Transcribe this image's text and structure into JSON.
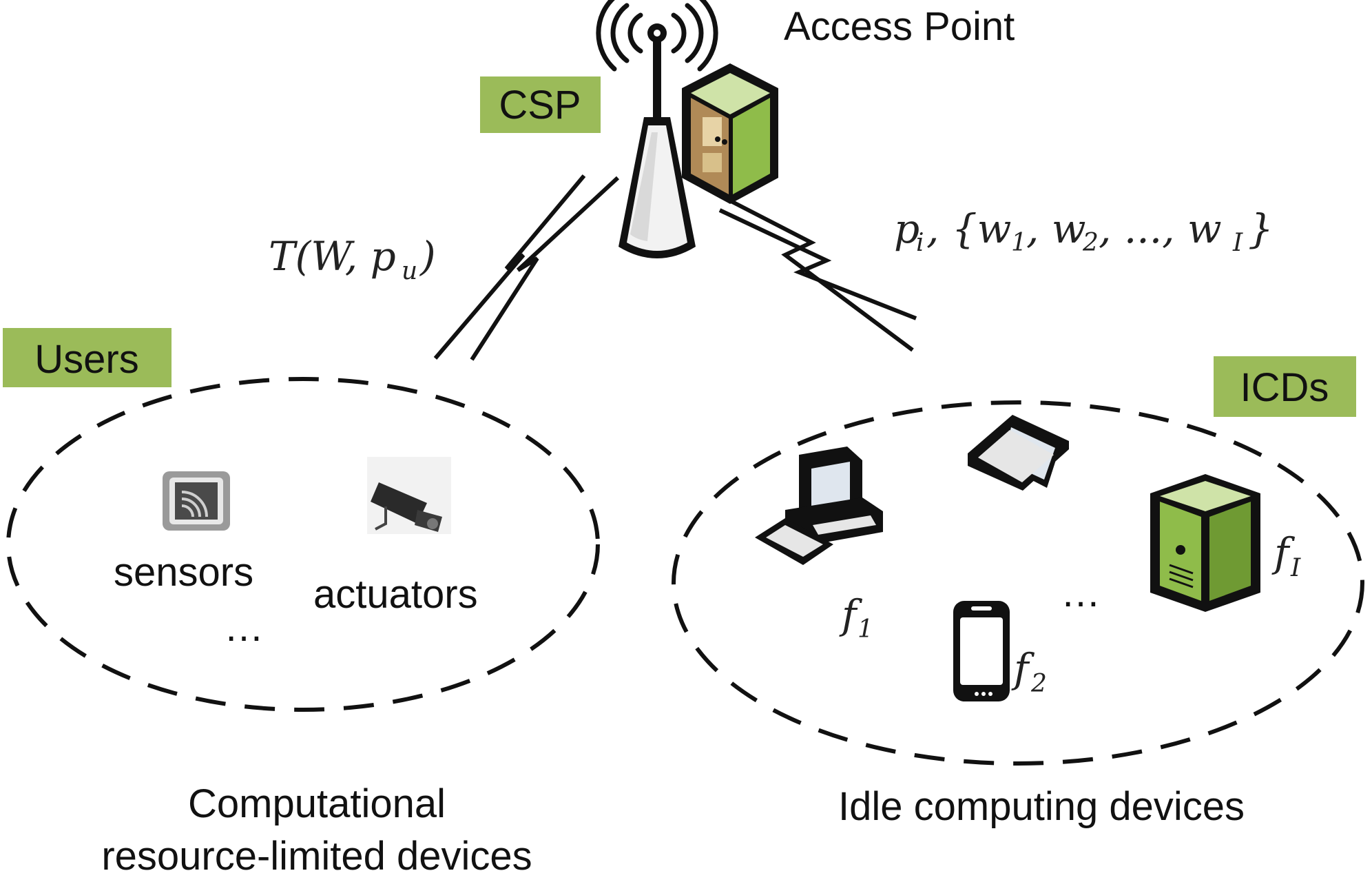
{
  "access_point": {
    "label": "Access Point"
  },
  "tags": {
    "csp": "CSP",
    "users": "Users",
    "icds": "ICDs"
  },
  "colors": {
    "tag_green": "#9bbb59",
    "server_green": "#8fbc4a",
    "server_brown": "#b08a57",
    "ink": "#111111"
  },
  "links": {
    "uplink_label": "T(W, p_u)",
    "downlink_label": "p_i, {w_1, w_2, ..., w_I}"
  },
  "users": {
    "items": [
      {
        "label": "sensors",
        "icon": "sensor-icon"
      },
      {
        "label": "actuators",
        "icon": "camera-actuator-icon"
      }
    ],
    "ellipsis": "…",
    "caption_line1": "Computational",
    "caption_line2": "resource-limited devices"
  },
  "icds": {
    "devices": [
      {
        "icon": "desktop-computer-icon",
        "label": "f",
        "sub": "1"
      },
      {
        "icon": "laptop-icon"
      },
      {
        "icon": "smartphone-icon",
        "label": "f",
        "sub": "2"
      },
      {
        "icon": "server-icon",
        "label": "f",
        "sub": "I"
      }
    ],
    "ellipsis": "…",
    "caption": "Idle computing devices"
  }
}
